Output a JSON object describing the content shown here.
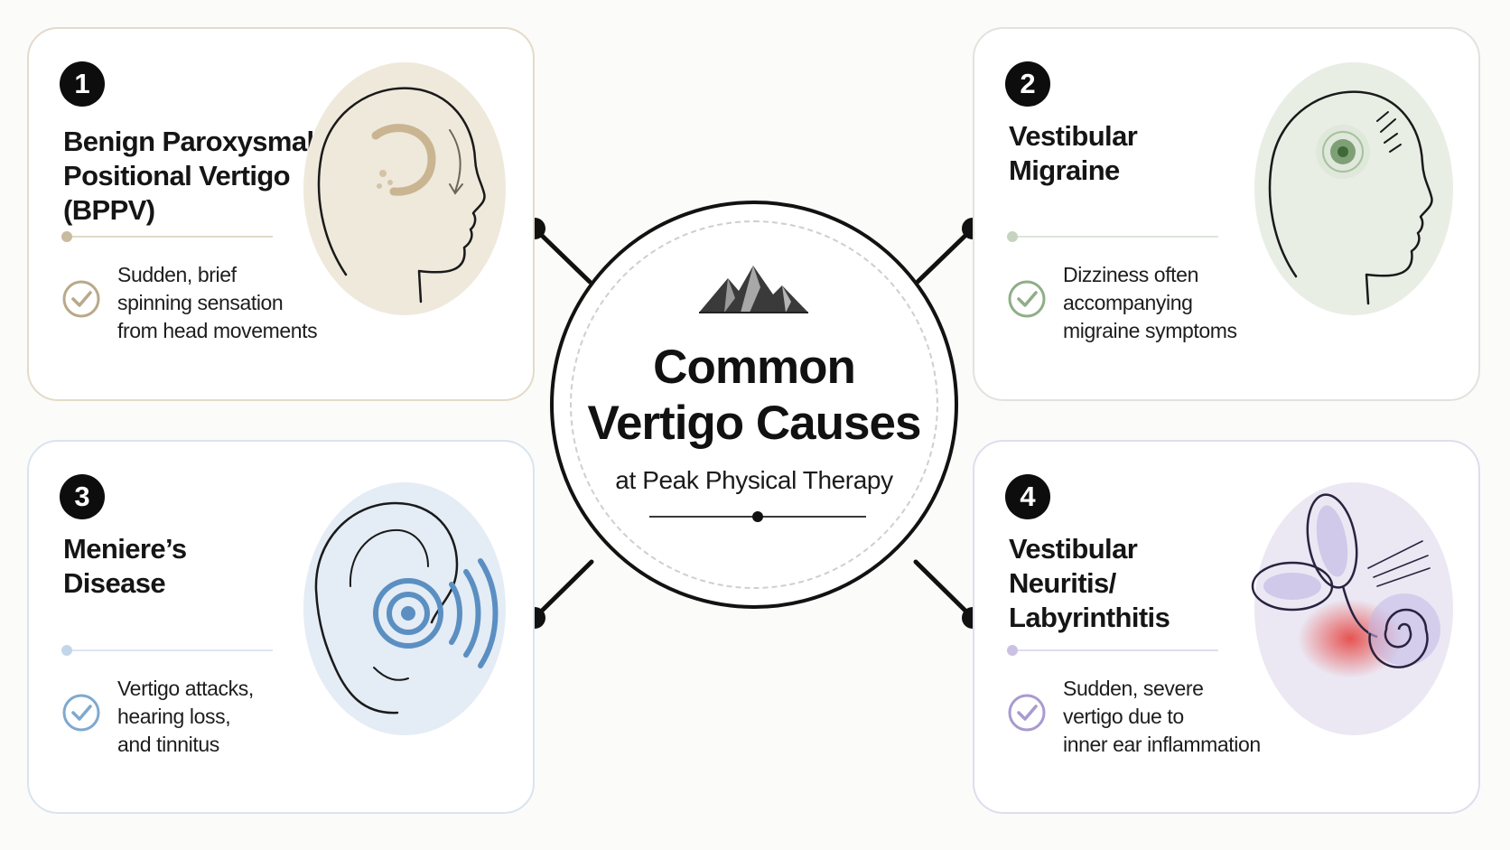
{
  "center": {
    "title_line1": "Common",
    "title_line2": "Vertigo Causes",
    "subtitle": "at Peak Physical Therapy",
    "icon": "mountain-icon"
  },
  "cards": [
    {
      "number": "1",
      "title_lines": [
        "Benign Paroxysmal",
        "Positional Vertigo",
        "(BPPV)"
      ],
      "desc_lines": [
        "Sudden, brief",
        "spinning sensation",
        "from head movements"
      ],
      "accent": "#b9a98a",
      "bg_tint": "#efe9dc",
      "icon": "head-rotation-icon"
    },
    {
      "number": "2",
      "title_lines": [
        "Vestibular",
        "Migraine"
      ],
      "desc_lines": [
        "Dizziness often",
        "accompanying",
        "migraine symptoms"
      ],
      "accent": "#8fae88",
      "bg_tint": "#e9eee5",
      "icon": "head-migraine-icon"
    },
    {
      "number": "3",
      "title_lines": [
        "Meniere’s",
        "Disease"
      ],
      "desc_lines": [
        "Vertigo attacks,",
        "hearing loss,",
        "and tinnitus"
      ],
      "accent": "#7ea9cf",
      "bg_tint": "#e4ecf5",
      "icon": "ear-sound-icon"
    },
    {
      "number": "4",
      "title_lines": [
        "Vestibular",
        "Neuritis/",
        "Labyrinthitis"
      ],
      "desc_lines": [
        "Sudden, severe",
        "vertigo due to",
        "inner ear inflammation"
      ],
      "accent": "#a99ad0",
      "bg_tint": "#ebe8f4",
      "icon": "inner-ear-icon"
    }
  ]
}
